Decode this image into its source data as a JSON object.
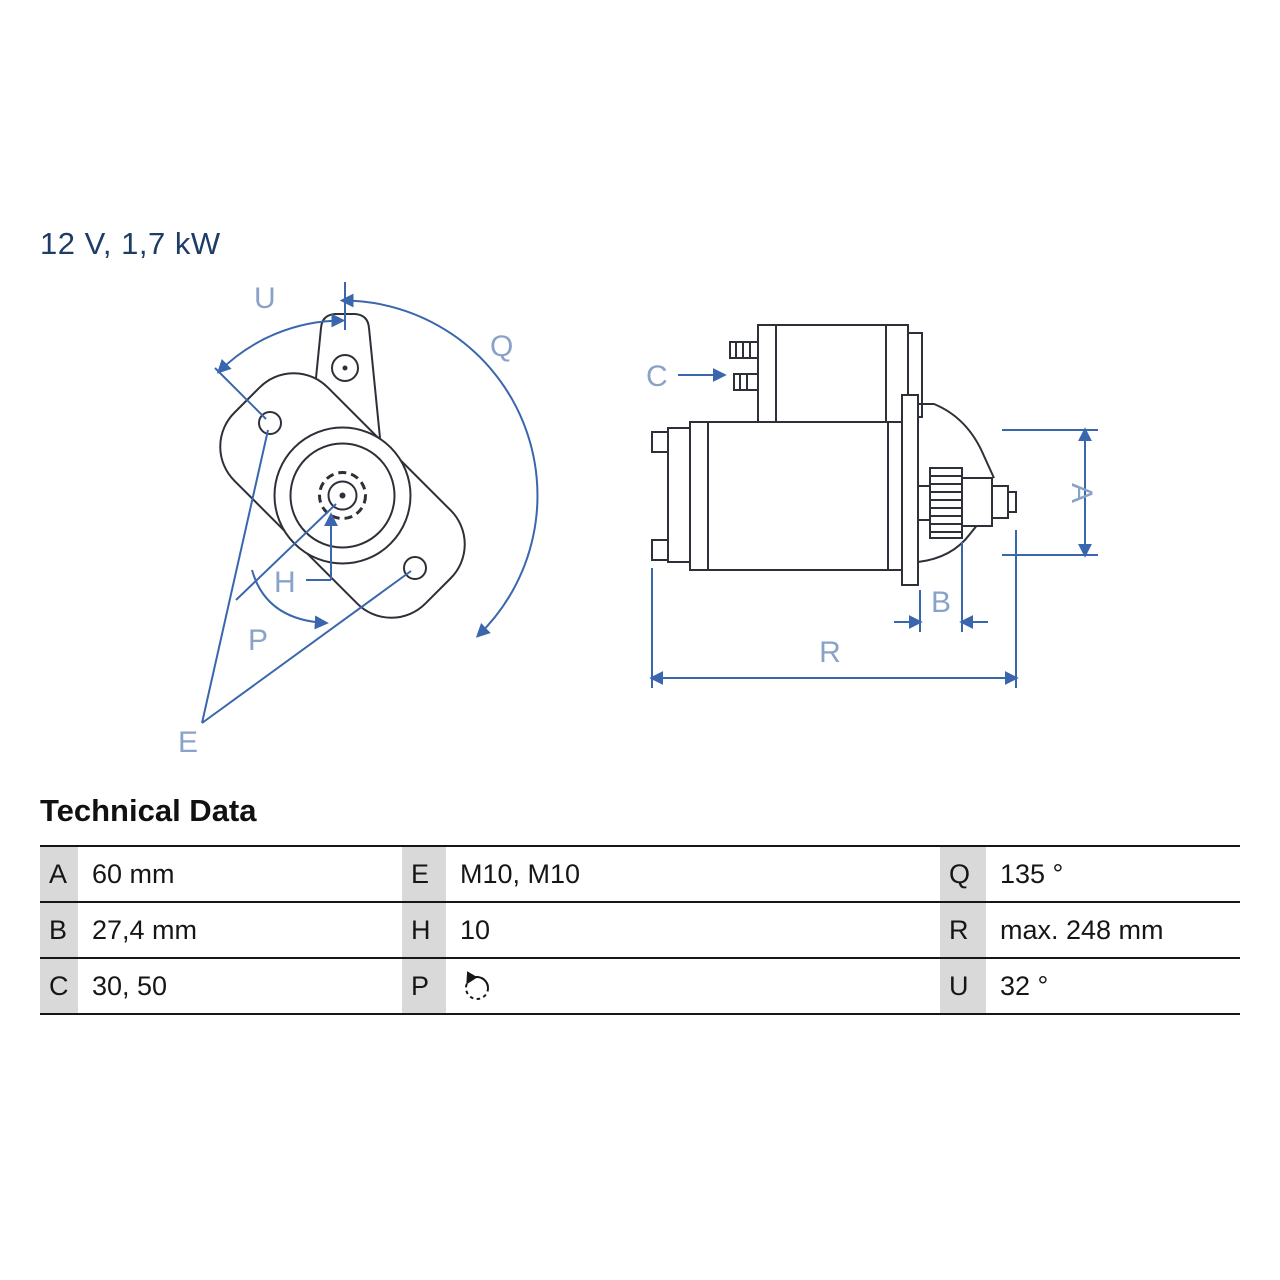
{
  "title": "12 V, 1,7 kW",
  "technical_data": {
    "heading": "Technical Data",
    "rows": [
      {
        "c1": {
          "key": "A",
          "value": "60 mm"
        },
        "c2": {
          "key": "E",
          "value": "M10, M10"
        },
        "c3": {
          "key": "Q",
          "value": "135 °"
        }
      },
      {
        "c1": {
          "key": "B",
          "value": "27,4 mm"
        },
        "c2": {
          "key": "H",
          "value": "10"
        },
        "c3": {
          "key": "R",
          "value": "max. 248 mm"
        }
      },
      {
        "c1": {
          "key": "C",
          "value": "30, 50"
        },
        "c2": {
          "key": "P",
          "value": "",
          "icon": "rotation-ccw-icon"
        },
        "c3": {
          "key": "U",
          "value": "32 °"
        }
      }
    ]
  },
  "diagram": {
    "front_view": {
      "labels": {
        "u": "U",
        "q": "Q",
        "h": "H",
        "p": "P",
        "e": "E"
      }
    },
    "side_view": {
      "labels": {
        "c": "C",
        "a": "A",
        "b": "B",
        "r": "R"
      }
    }
  },
  "colors": {
    "drawing_line": "#2d3038",
    "dimension_line": "#3a66ad",
    "dimension_label": "#8aa2c8",
    "title_text": "#1d3c66",
    "table_key_background": "#d9d9d9",
    "table_line": "#161616"
  }
}
